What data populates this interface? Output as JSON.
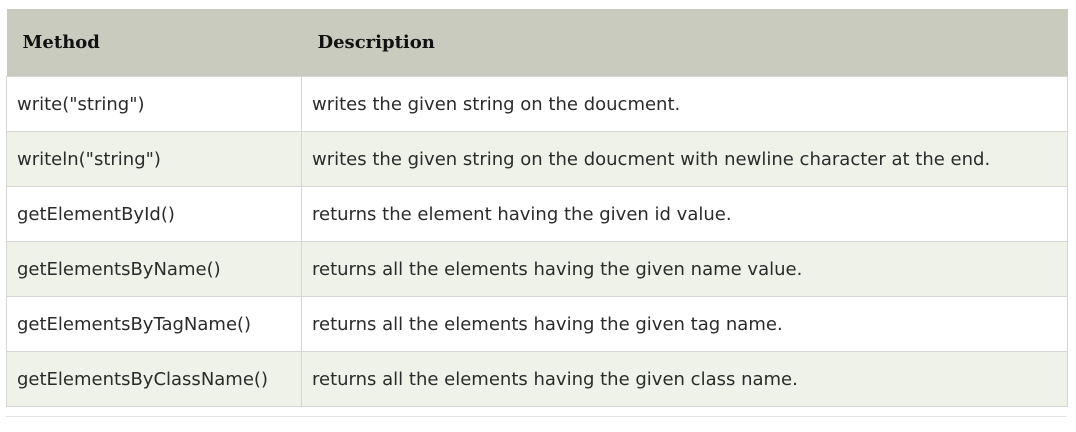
{
  "table": {
    "headers": [
      "Method",
      "Description"
    ],
    "rows": [
      [
        "write(\"string\")",
        "writes the given string on the doucment."
      ],
      [
        "writeln(\"string\")",
        "writes the given string on the doucment with newline character at the end."
      ],
      [
        "getElementById()",
        "returns the element having the given id value."
      ],
      [
        "getElementsByName()",
        "returns all the elements having the given name value."
      ],
      [
        "getElementsByTagName()",
        "returns all the elements having the given tag name."
      ],
      [
        "getElementsByClassName()",
        "returns all the elements having the given class name."
      ]
    ]
  }
}
